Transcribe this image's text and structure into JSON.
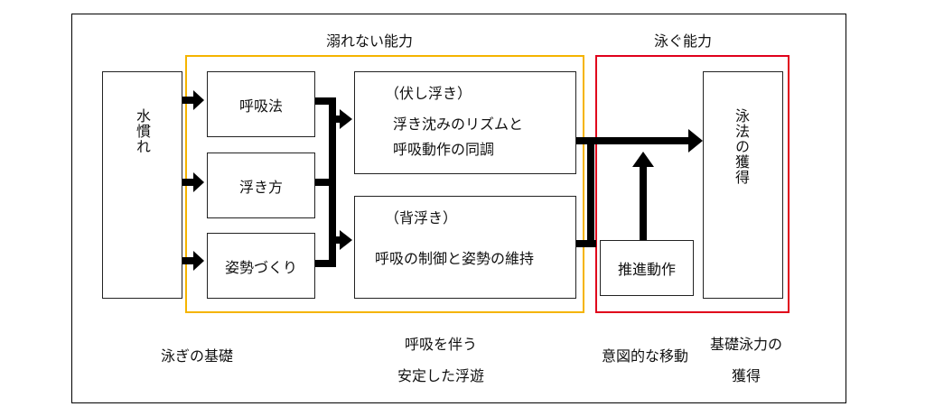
{
  "regions": {
    "not_drowning": {
      "title": "溺れない能力",
      "border_color": "#f5b400"
    },
    "swimming": {
      "title": "泳ぐ能力",
      "border_color": "#e0001b"
    }
  },
  "boxes": {
    "water_familiarity": "水慣れ",
    "breathing_method": "呼吸法",
    "floating_method": "浮き方",
    "posture_making": "姿勢づくり",
    "face_down_float": {
      "heading": "（伏し浮き）",
      "line1": "浮き沈みのリズムと",
      "line2": "呼吸動作の同調"
    },
    "back_float": {
      "heading": "（背浮き）",
      "line1": "呼吸の制御と姿勢の維持"
    },
    "propulsion": "推進動作",
    "stroke_acquisition": "泳法の獲得"
  },
  "captions": {
    "basics": "泳ぎの基礎",
    "stable_float_line1": "呼吸を伴う",
    "stable_float_line2": "安定した浮遊",
    "intentional_move": "意図的な移動",
    "basic_ability_line1": "基礎泳力の",
    "basic_ability_line2": "獲得"
  }
}
